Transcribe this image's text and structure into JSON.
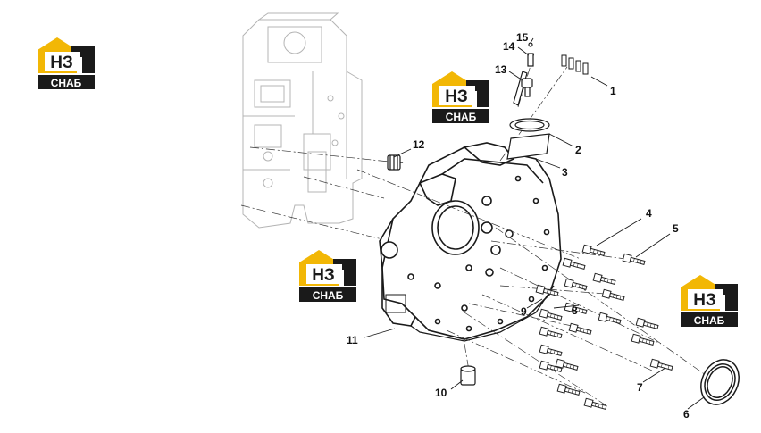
{
  "logo": {
    "letters": "НЗ",
    "text": "СНАБ",
    "color_yellow": "#f2b705",
    "color_dark": "#1a1a1a"
  },
  "parts": [
    {
      "num": "1"
    },
    {
      "num": "2"
    },
    {
      "num": "3"
    },
    {
      "num": "4"
    },
    {
      "num": "5"
    },
    {
      "num": "6"
    },
    {
      "num": "7"
    },
    {
      "num": "8"
    },
    {
      "num": "9"
    },
    {
      "num": "10"
    },
    {
      "num": "11"
    },
    {
      "num": "12"
    },
    {
      "num": "13"
    },
    {
      "num": "14"
    },
    {
      "num": "15"
    }
  ]
}
